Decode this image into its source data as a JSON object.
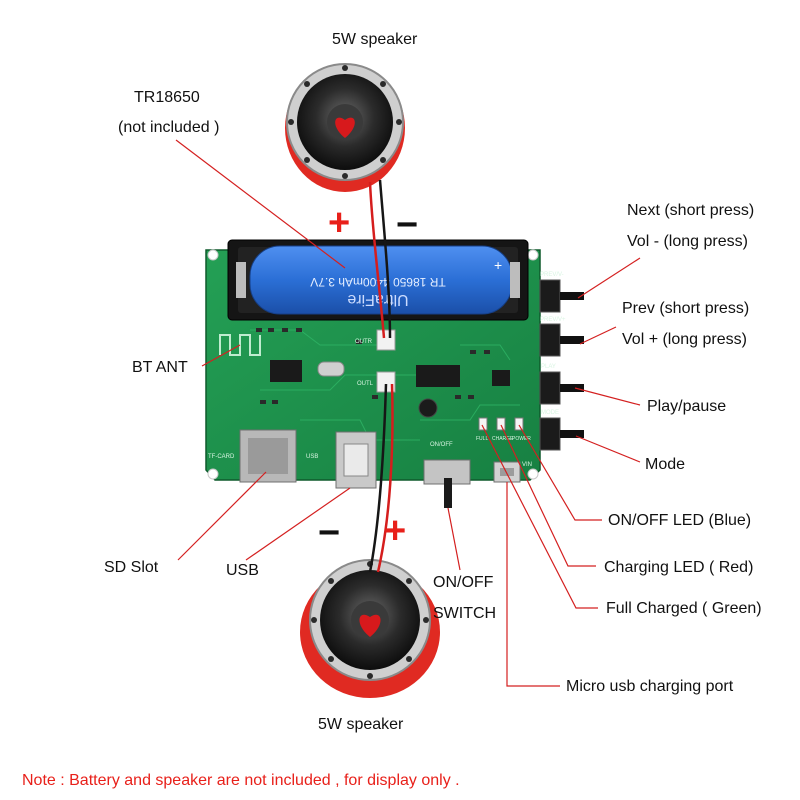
{
  "labels": {
    "speaker_top": "5W speaker",
    "speaker_bottom": "5W speaker",
    "battery_line1": "TR18650",
    "battery_line2": "(not included )",
    "next_line1": "Next (short press)",
    "next_line2": "Vol - (long press)",
    "prev_line1": "Prev (short press)",
    "prev_line2": "Vol + (long press)",
    "play_pause": "Play/pause",
    "mode": "Mode",
    "bt_ant": "BT ANT",
    "onoff_led": "ON/OFF  LED (Blue)",
    "charging_led": "Charging LED ( Red)",
    "full_charged": "Full Charged ( Green)",
    "micro_usb": "Micro usb charging port",
    "sd_slot": "SD Slot",
    "usb": "USB",
    "switch_line1": "ON/OFF",
    "switch_line2": "SWITCH"
  },
  "polarity": {
    "plus_top": "+",
    "minus_top": "−",
    "plus_bottom": "+",
    "minus_bottom": "−"
  },
  "board": {
    "battery_text": "TR 18650 4400mAh 3.7V",
    "battery_brand": "UltraFire",
    "battery_plus": "+",
    "silk_prev_v_minus": "PREV/V-",
    "silk_prev_v_plus": "PREV/V+",
    "silk_play": "PLAY",
    "silk_mode": "MODE",
    "silk_tf_card": "TF-CARD",
    "silk_usb": "USB",
    "silk_on_off": "ON/OFF",
    "silk_vin": "VIN",
    "silk_full": "FULL",
    "silk_charge": "CHARGE",
    "silk_power": "POWER",
    "silk_outr": "OUTR",
    "silk_outl": "OUTL"
  },
  "note": "Note : Battery and speaker are not included , for display only .",
  "colors": {
    "pcb": "#1f8f4a",
    "pcb_dark": "#14703a",
    "battery": "#2b6fd6",
    "speaker_red": "#e02a22",
    "leader_red": "#d42020",
    "note_red": "#e8201a"
  }
}
